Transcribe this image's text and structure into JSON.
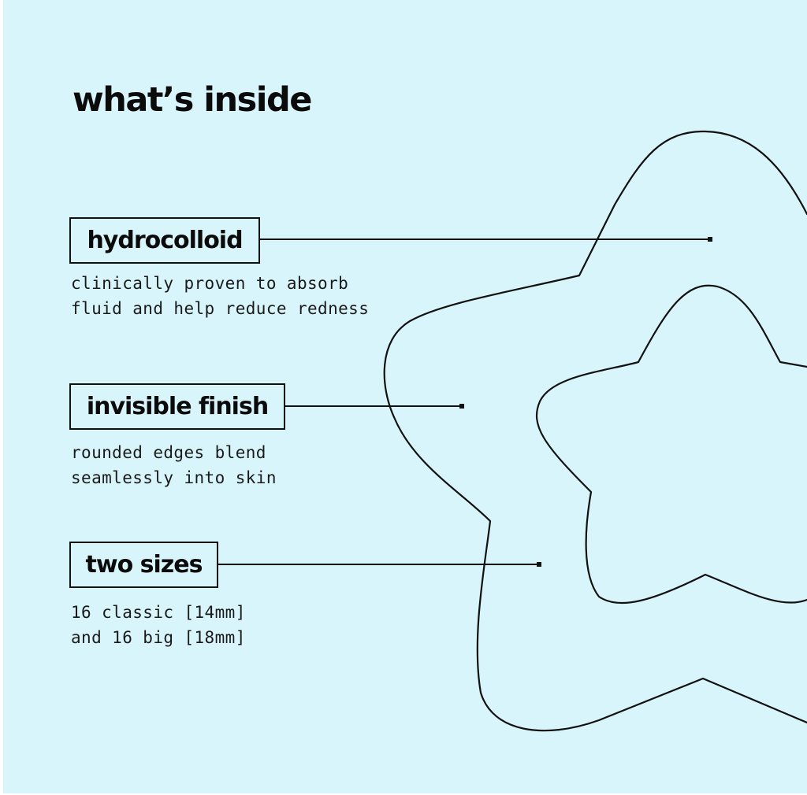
{
  "heading": "what’s inside",
  "features": [
    {
      "label": "hydrocolloid",
      "desc_line1": "clinically proven to absorb",
      "desc_line2": "fluid and help reduce redness"
    },
    {
      "label": "invisible finish",
      "desc_line1": "rounded edges blend",
      "desc_line2": "seamlessly into skin"
    },
    {
      "label": "two sizes",
      "desc_line1": "16 classic [14mm]",
      "desc_line2": "and 16 big [18mm]"
    }
  ],
  "colors": {
    "background": "#d9f5fc",
    "ink": "#111111"
  },
  "icons": [
    "outer-star-outline-icon",
    "inner-star-outline-icon"
  ]
}
